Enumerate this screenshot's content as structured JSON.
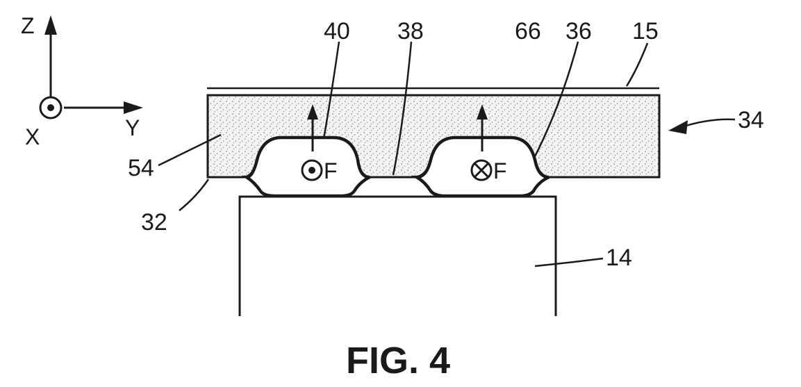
{
  "axes": {
    "z": "Z",
    "x": "X",
    "y": "Y"
  },
  "refs": {
    "r40": "40",
    "r38": "38",
    "r66": "66",
    "r36": "36",
    "r15": "15",
    "r34": "34",
    "r54": "54",
    "r32": "32",
    "r14": "14"
  },
  "force_label": "F",
  "caption": "FIG. 4",
  "colors": {
    "ink": "#1a1a1a",
    "stipple": "#8a8a8a",
    "fill": "#f3f3f3"
  }
}
